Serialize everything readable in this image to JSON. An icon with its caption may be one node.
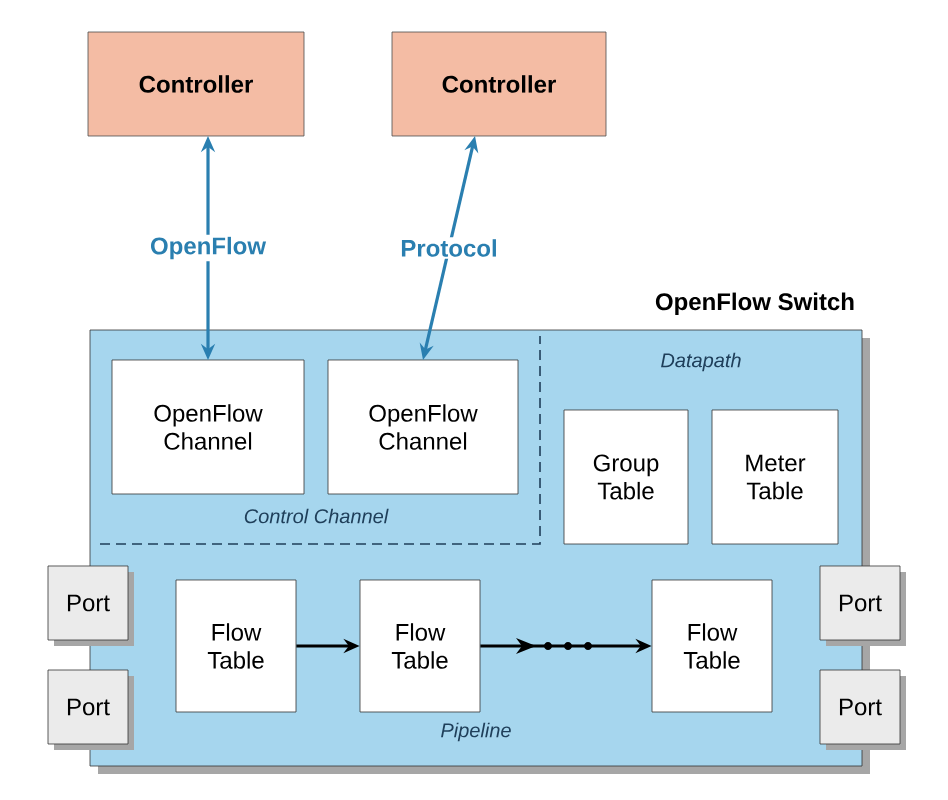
{
  "diagram": {
    "nodes": [
      {
        "text": [
          "Controller"
        ]
      },
      {
        "text": [
          "Controller"
        ]
      },
      {
        "text": [
          "OpenFlow Switch"
        ]
      },
      {
        "text": [
          "Control Channel"
        ],
        "in": 2
      },
      {
        "text": [
          "OpenFlow Channel"
        ],
        "in": 3
      },
      {
        "text": [
          "OpenFlow Channel"
        ],
        "in": 3
      },
      {
        "text": [
          "Datapath"
        ],
        "in": 2
      },
      {
        "text": [
          "Group Table"
        ],
        "in": 2
      },
      {
        "text": [
          "Meter Table"
        ],
        "in": 2
      },
      {
        "text": [
          "Port"
        ]
      },
      {
        "text": [
          "Port"
        ]
      },
      {
        "text": [
          "Flow Table"
        ],
        "in": 2
      },
      {
        "text": [
          "Flow Table"
        ],
        "in": 2
      },
      {
        "text": [
          "Flow Table"
        ],
        "in": 2
      },
      {
        "text": [
          "Port"
        ]
      },
      {
        "text": [
          "Port"
        ]
      }
    ],
    "edges": [
      {
        "from": 0,
        "to": 4,
        "arrow": "both",
        "label": "OpenFlow",
        "color": "#2a7fb0"
      },
      {
        "from": 1,
        "to": 5,
        "arrow": "both",
        "label": "Protocol",
        "color": "#2a7fb0"
      },
      {
        "from": 11,
        "to": 12,
        "arrow": "to",
        "color": "#000000"
      },
      {
        "from": 12,
        "to": 13,
        "arrow": "to",
        "color": "#000000"
      }
    ],
    "labels": [
      "Pipeline"
    ]
  }
}
